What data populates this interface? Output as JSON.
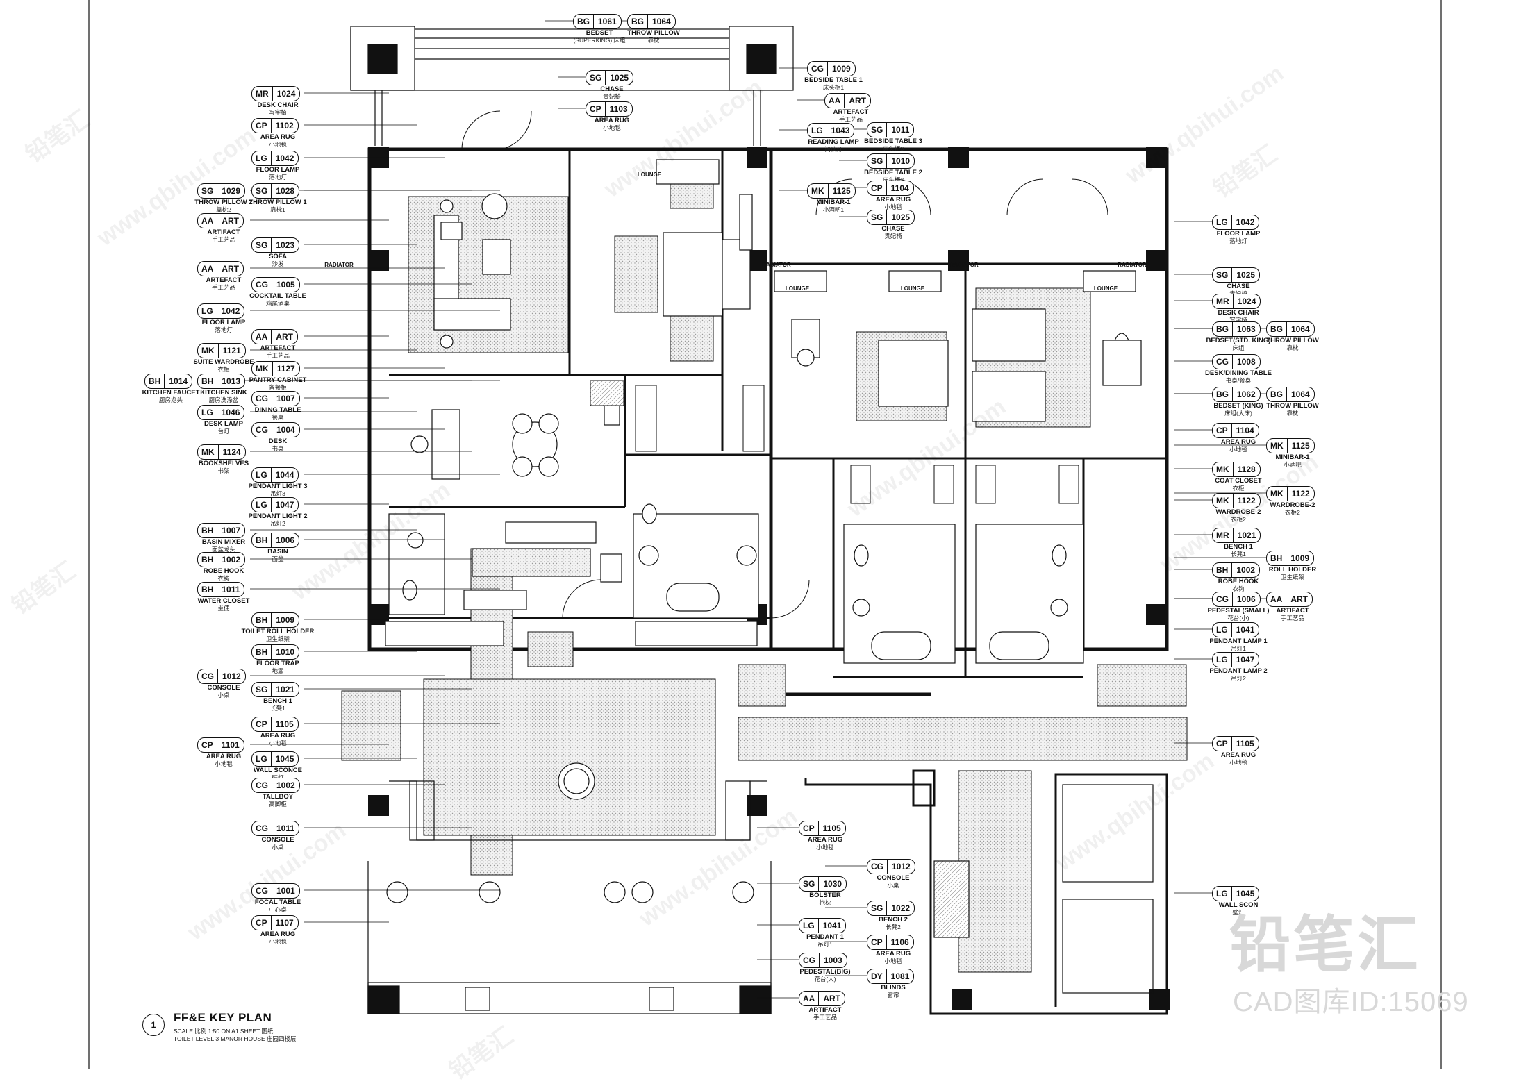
{
  "drawing": {
    "title": "FF&E KEY PLAN",
    "number": "1",
    "scale_note": "SCALE 比例 1:50 ON A1 SHEET 图纸",
    "location_note": "TOILET LEVEL 3 MANOR HOUSE 庄园四楼层",
    "brand_watermark": "铅笔汇",
    "drawing_id": "CAD图库ID:15069",
    "watermark_url": "www.qbihui.com",
    "watermark_short": "铅笔汇"
  },
  "colors": {
    "line": "#111111",
    "hatch": "#bdbdbd",
    "wall": "#2a2a2a",
    "watermark": "#d8d8d8"
  },
  "left_tags": [
    {
      "code": "MR",
      "num": "1024",
      "label": "DESK CHAIR",
      "cn": "写字椅"
    },
    {
      "code": "CP",
      "num": "1102",
      "label": "AREA RUG",
      "cn": "小地毯"
    },
    {
      "code": "LG",
      "num": "1042",
      "label": "FLOOR LAMP",
      "cn": "落地灯"
    },
    {
      "code": "SG",
      "num": "1028",
      "label": "THROW PILLOW 1",
      "cn": "靠枕1"
    },
    {
      "code": "SG",
      "num": "1029",
      "label": "THROW PILLOW 2",
      "cn": "靠枕2"
    },
    {
      "code": "AA",
      "num": "ART",
      "label": "ARTIFACT",
      "cn": "手工艺品"
    },
    {
      "code": "SG",
      "num": "1023",
      "label": "SOFA",
      "cn": "沙发"
    },
    {
      "code": "AA",
      "num": "ART",
      "label": "ARTEFACT",
      "cn": "手工艺品"
    },
    {
      "code": "CG",
      "num": "1005",
      "label": "COCKTAIL TABLE",
      "cn": "鸡尾酒桌"
    },
    {
      "code": "LG",
      "num": "1042",
      "label": "FLOOR LAMP",
      "cn": "落地灯"
    },
    {
      "code": "AA",
      "num": "ART",
      "label": "ARTEFACT",
      "cn": "手工艺品"
    },
    {
      "code": "MK",
      "num": "1121",
      "label": "SUITE WARDROBE",
      "cn": "衣柜"
    },
    {
      "code": "MK",
      "num": "1127",
      "label": "PANTRY CABINET",
      "cn": "备餐柜"
    },
    {
      "code": "BH",
      "num": "1014",
      "label": "KITCHEN FAUCET",
      "cn": "厨房龙头"
    },
    {
      "code": "BH",
      "num": "1013",
      "label": "KITCHEN SINK",
      "cn": "厨房洗涤盆"
    },
    {
      "code": "CG",
      "num": "1007",
      "label": "DINING TABLE",
      "cn": "餐桌"
    },
    {
      "code": "LG",
      "num": "1046",
      "label": "DESK LAMP",
      "cn": "台灯"
    },
    {
      "code": "CG",
      "num": "1004",
      "label": "DESK",
      "cn": "书桌"
    },
    {
      "code": "MK",
      "num": "1124",
      "label": "BOOKSHELVES",
      "cn": "书架"
    },
    {
      "code": "LG",
      "num": "1044",
      "label": "PENDANT LIGHT 3",
      "cn": "吊灯3"
    },
    {
      "code": "LG",
      "num": "1047",
      "label": "PENDANT LIGHT 2",
      "cn": "吊灯2"
    },
    {
      "code": "BH",
      "num": "1007",
      "label": "BASIN MIXER",
      "cn": "面盆龙头"
    },
    {
      "code": "BH",
      "num": "1006",
      "label": "BASIN",
      "cn": "面盆"
    },
    {
      "code": "BH",
      "num": "1002",
      "label": "ROBE HOOK",
      "cn": "衣钩"
    },
    {
      "code": "BH",
      "num": "1011",
      "label": "WATER CLOSET",
      "cn": "坐便"
    },
    {
      "code": "BH",
      "num": "1009",
      "label": "TOILET ROLL HOLDER",
      "cn": "卫生纸架"
    },
    {
      "code": "BH",
      "num": "1010",
      "label": "FLOOR TRAP",
      "cn": "地漏"
    },
    {
      "code": "CG",
      "num": "1012",
      "label": "CONSOLE",
      "cn": "小桌"
    },
    {
      "code": "SG",
      "num": "1021",
      "label": "BENCH 1",
      "cn": "长凳1"
    },
    {
      "code": "CP",
      "num": "1105",
      "label": "AREA RUG",
      "cn": "小地毯"
    },
    {
      "code": "CP",
      "num": "1101",
      "label": "AREA RUG",
      "cn": "小地毯"
    },
    {
      "code": "LG",
      "num": "1045",
      "label": "WALL SCONCE",
      "cn": "壁灯"
    },
    {
      "code": "CG",
      "num": "1002",
      "label": "TALLBOY",
      "cn": "高脚柜"
    },
    {
      "code": "CG",
      "num": "1011",
      "label": "CONSOLE",
      "cn": "小桌"
    },
    {
      "code": "CG",
      "num": "1001",
      "label": "FOCAL TABLE",
      "cn": "中心桌"
    },
    {
      "code": "CP",
      "num": "1107",
      "label": "AREA RUG",
      "cn": "小地毯"
    }
  ],
  "top_tags": [
    {
      "code": "BG",
      "num": "1061",
      "label": "BEDSET",
      "cn": "(SUPERKING) 床组"
    },
    {
      "code": "BG",
      "num": "1064",
      "label": "THROW PILLOW",
      "cn": "靠枕"
    },
    {
      "code": "SG",
      "num": "1025",
      "label": "CHASE",
      "cn": "贵妃椅"
    },
    {
      "code": "CP",
      "num": "1103",
      "label": "AREA RUG",
      "cn": "小地毯"
    },
    {
      "code": "CG",
      "num": "1009",
      "label": "BEDSIDE TABLE 1",
      "cn": "床头柜1"
    },
    {
      "code": "AA",
      "num": "ART",
      "label": "ARTEFACT",
      "cn": "手工艺品"
    },
    {
      "code": "LG",
      "num": "1043",
      "label": "READING LAMP",
      "cn": "阅读灯"
    },
    {
      "code": "SG",
      "num": "1011",
      "label": "BEDSIDE TABLE 3",
      "cn": "床头柜3"
    },
    {
      "code": "SG",
      "num": "1010",
      "label": "BEDSIDE TABLE 2",
      "cn": "床头柜2"
    },
    {
      "code": "MK",
      "num": "1125",
      "label": "MINIBAR-1",
      "cn": "小酒吧1"
    },
    {
      "code": "CP",
      "num": "1104",
      "label": "AREA RUG",
      "cn": "小地毯"
    },
    {
      "code": "SG",
      "num": "1025",
      "label": "CHASE",
      "cn": "贵妃椅"
    }
  ],
  "right_tags": [
    {
      "code": "LG",
      "num": "1042",
      "label": "FLOOR LAMP",
      "cn": "落地灯"
    },
    {
      "code": "SG",
      "num": "1025",
      "label": "CHASE",
      "cn": "贵妃椅"
    },
    {
      "code": "MR",
      "num": "1024",
      "label": "DESK CHAIR",
      "cn": "写字椅"
    },
    {
      "code": "BG",
      "num": "1063",
      "label": "BEDSET(STD. KING)",
      "cn": "床组"
    },
    {
      "code": "BG",
      "num": "1064",
      "label": "THROW PILLOW",
      "cn": "靠枕"
    },
    {
      "code": "CG",
      "num": "1008",
      "label": "DESK/DINING TABLE",
      "cn": "书桌/餐桌"
    },
    {
      "code": "BG",
      "num": "1062",
      "label": "BEDSET (KING)",
      "cn": "床组(大床)"
    },
    {
      "code": "BG",
      "num": "1064",
      "label": "THROW PILLOW",
      "cn": "靠枕"
    },
    {
      "code": "CP",
      "num": "1104",
      "label": "AREA RUG",
      "cn": "小地毯"
    },
    {
      "code": "MK",
      "num": "1125",
      "label": "MINIBAR-1",
      "cn": "小酒吧"
    },
    {
      "code": "MK",
      "num": "1128",
      "label": "COAT CLOSET",
      "cn": "衣柜"
    },
    {
      "code": "MK",
      "num": "1122",
      "label": "WARDROBE-2",
      "cn": "衣柜2"
    },
    {
      "code": "MK",
      "num": "1122",
      "label": "WARDROBE-2",
      "cn": "衣柜2"
    },
    {
      "code": "MR",
      "num": "1021",
      "label": "BENCH 1",
      "cn": "长凳1"
    },
    {
      "code": "BH",
      "num": "1002",
      "label": "ROBE HOOK",
      "cn": "衣钩"
    },
    {
      "code": "BH",
      "num": "1009",
      "label": "ROLL HOLDER",
      "cn": "卫生纸架"
    },
    {
      "code": "CG",
      "num": "1006",
      "label": "PEDESTAL(SMALL)",
      "cn": "花台(小)"
    },
    {
      "code": "AA",
      "num": "ART",
      "label": "ARTIFACT",
      "cn": "手工艺品"
    },
    {
      "code": "LG",
      "num": "1041",
      "label": "PENDANT LAMP 1",
      "cn": "吊灯1"
    },
    {
      "code": "LG",
      "num": "1047",
      "label": "PENDANT LAMP 2",
      "cn": "吊灯2"
    },
    {
      "code": "CP",
      "num": "1105",
      "label": "AREA RUG",
      "cn": "小地毯"
    },
    {
      "code": "LG",
      "num": "1045",
      "label": "WALL SCON",
      "cn": "壁灯"
    }
  ],
  "bottom_tags": [
    {
      "code": "CP",
      "num": "1105",
      "label": "AREA RUG",
      "cn": "小地毯"
    },
    {
      "code": "CG",
      "num": "1012",
      "label": "CONSOLE",
      "cn": "小桌"
    },
    {
      "code": "SG",
      "num": "1030",
      "label": "BOLSTER",
      "cn": "抱枕"
    },
    {
      "code": "SG",
      "num": "1022",
      "label": "BENCH 2",
      "cn": "长凳2"
    },
    {
      "code": "LG",
      "num": "1041",
      "label": "PENDANT 1",
      "cn": "吊灯1"
    },
    {
      "code": "CP",
      "num": "1106",
      "label": "AREA RUG",
      "cn": "小地毯"
    },
    {
      "code": "CG",
      "num": "1003",
      "label": "PEDESTAL(BIG)",
      "cn": "花台(大)"
    },
    {
      "code": "DY",
      "num": "1081",
      "label": "BLINDS",
      "cn": "窗帘"
    },
    {
      "code": "AA",
      "num": "ART",
      "label": "ARTIFACT",
      "cn": "手工艺品"
    }
  ],
  "room_labels": [
    "LOUNGE",
    "LOUNGE",
    "LOUNGE",
    "LOUNGE",
    "RADIATOR",
    "RADIATOR",
    "RADIATOR",
    "RADIATOR"
  ]
}
